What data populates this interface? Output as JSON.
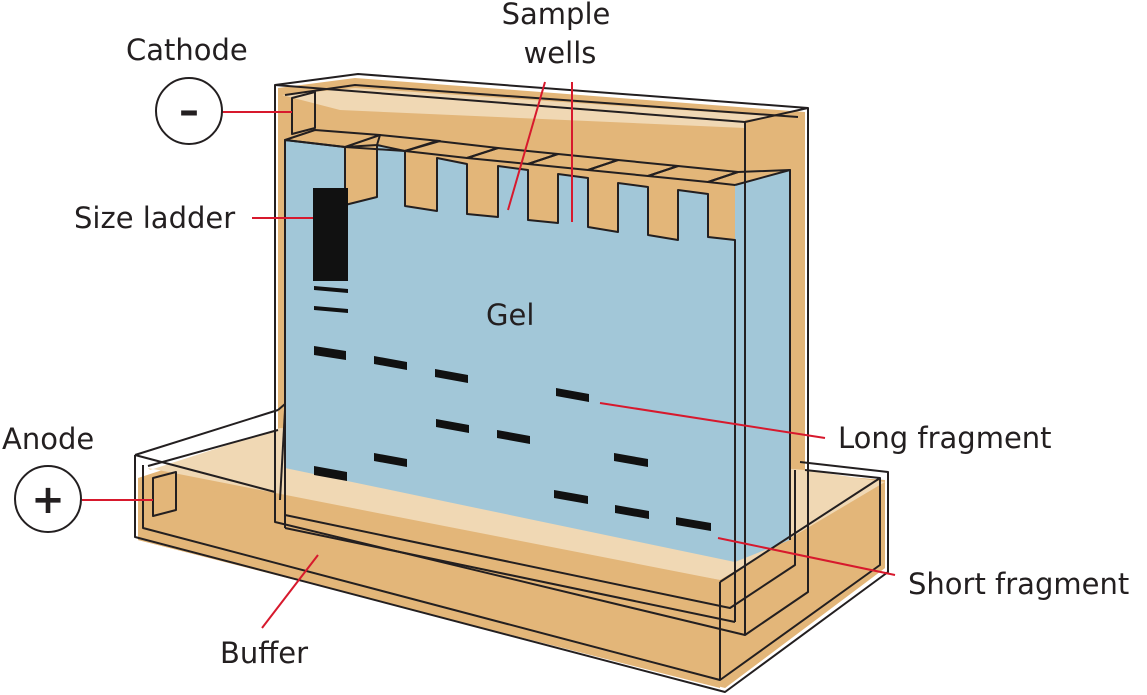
{
  "labels": {
    "cathode": "Cathode",
    "cathode_symbol": "–",
    "anode": "Anode",
    "anode_symbol": "+",
    "sample_wells_line1": "Sample",
    "sample_wells_line2": "wells",
    "size_ladder": "Size ladder",
    "gel": "Gel",
    "long_fragment": "Long fragment",
    "short_fragment": "Short fragment",
    "buffer": "Buffer"
  },
  "colors": {
    "buffer": "#e3b679",
    "buffer_light": "#f0d8b4",
    "gel": "#a2c7d8",
    "outline": "#231f20",
    "leader": "#d7192d",
    "band": "#111111"
  }
}
